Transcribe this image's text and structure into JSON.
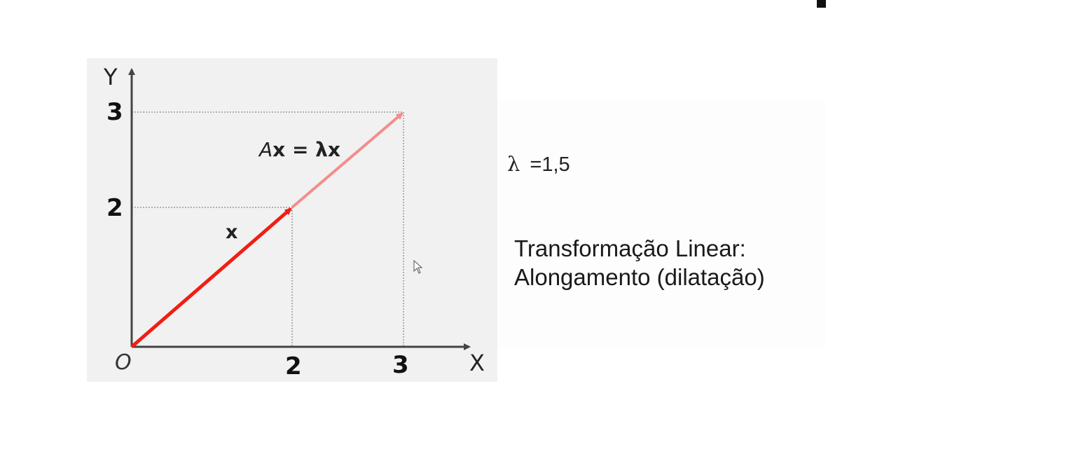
{
  "diagram": {
    "y_axis_label": "Y",
    "x_axis_label": "X",
    "origin_label": "O",
    "y_tick_labels": [
      "3",
      "2"
    ],
    "x_tick_labels": [
      "2",
      "3"
    ],
    "vector_x_label": "x",
    "vector_ax_label_italic": "A",
    "vector_ax_label_rest": "x = λx",
    "vector_x": [
      2,
      2
    ],
    "vector_ax": [
      3,
      3
    ],
    "colors": {
      "vector_x": "#f01e14",
      "vector_ax": "#f58c8c",
      "axes": "#444444",
      "guides": "#9a9a9a",
      "background": "#f1f1f1"
    }
  },
  "lambda": {
    "symbol": "λ",
    "equals_value": "=1,5"
  },
  "caption": {
    "line1": "Transformação Linear:",
    "line2": "Alongamento (dilatação)"
  },
  "cursor_icon": "mouse-pointer-icon"
}
